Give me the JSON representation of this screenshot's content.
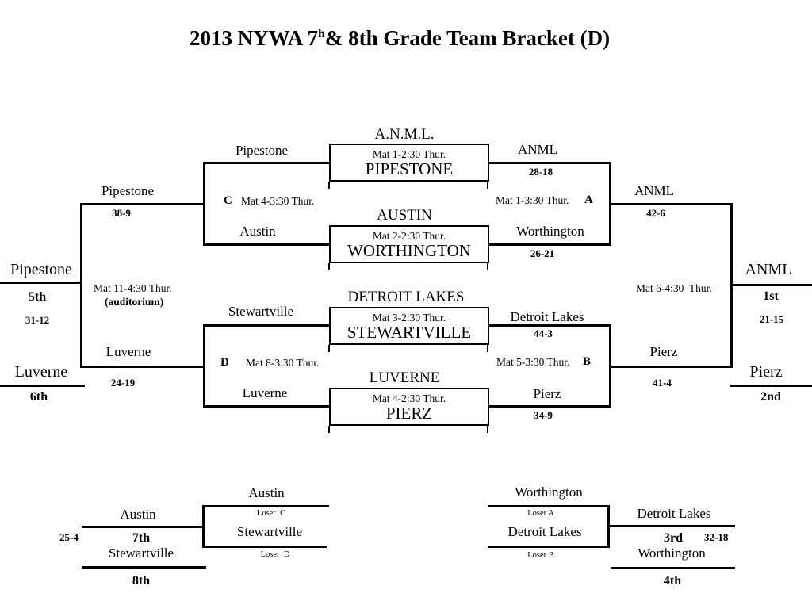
{
  "title": {
    "prefix": "2013 NYWA 7",
    "sup": "h",
    "suffix": "& 8th Grade Team Bracket (D)"
  },
  "round1": [
    {
      "top_team": "A.N.M.L.",
      "match": "Mat 1-2:30 Thur.",
      "bottom_team": "PIPESTONE"
    },
    {
      "top_team": "AUSTIN",
      "match": "Mat 2-2:30 Thur.",
      "bottom_team": "WORTHINGTON"
    },
    {
      "top_team": "DETROIT LAKES",
      "match": "Mat 3-2:30 Thur.",
      "bottom_team": "STEWARTVILLE"
    },
    {
      "top_team": "LUVERNE",
      "match": "Mat 4-2:30 Thur.",
      "bottom_team": "PIERZ"
    }
  ],
  "championship": {
    "semi_a": {
      "top_team": "ANML",
      "top_score": "28-18",
      "letter": "A",
      "match": "Mat 1-3:30 Thur.",
      "bottom_team": "Worthington",
      "bottom_score": "26-21",
      "winner": "ANML",
      "winner_score": "42-6"
    },
    "semi_b": {
      "top_team": "Detroit Lakes",
      "top_score": "44-3",
      "letter": "B",
      "match": "Mat 5-3:30 Thur.",
      "bottom_team": "Pierz",
      "bottom_score": "34-9",
      "winner": "Pierz",
      "winner_score": "41-4"
    },
    "final": {
      "match": "Mat 6-4:30  Thur.",
      "champion": "ANML",
      "champion_place": "1st",
      "champion_score": "21-15",
      "runner_up": "Pierz",
      "runner_up_place": "2nd"
    }
  },
  "consolation": {
    "semi_c": {
      "top_team": "Pipestone",
      "letter": "C",
      "match": "Mat 4-3:30 Thur.",
      "bottom_team": "Austin",
      "winner": "Pipestone",
      "winner_score": "38-9"
    },
    "semi_d": {
      "top_team": "Stewartville",
      "letter": "D",
      "match": "Mat 8-3:30 Thur.",
      "bottom_team": "Luverne",
      "winner": "Luverne",
      "winner_score": "24-19"
    },
    "fifth_place": {
      "match": "Mat 11-4:30 Thur.",
      "venue": "(auditorium)",
      "winner": "Pipestone",
      "winner_place": "5th",
      "winner_score": "31-12",
      "loser": "Luverne",
      "loser_place": "6th"
    }
  },
  "seventh_place": {
    "top_team": "Austin",
    "top_source": "Loser  C",
    "bottom_team": "Stewartville",
    "bottom_source": "Loser  D",
    "winner": "Austin",
    "winner_place": "7th",
    "winner_score": "25-4",
    "loser": "Stewartville",
    "loser_place": "8th"
  },
  "third_place": {
    "top_team": "Worthington",
    "top_source": "Loser A",
    "bottom_team": "Detroit Lakes",
    "bottom_source": "Loser B",
    "winner": "Detroit Lakes",
    "winner_place": "3rd",
    "winner_score": "32-18",
    "loser": "Worthington",
    "loser_place": "4th"
  }
}
